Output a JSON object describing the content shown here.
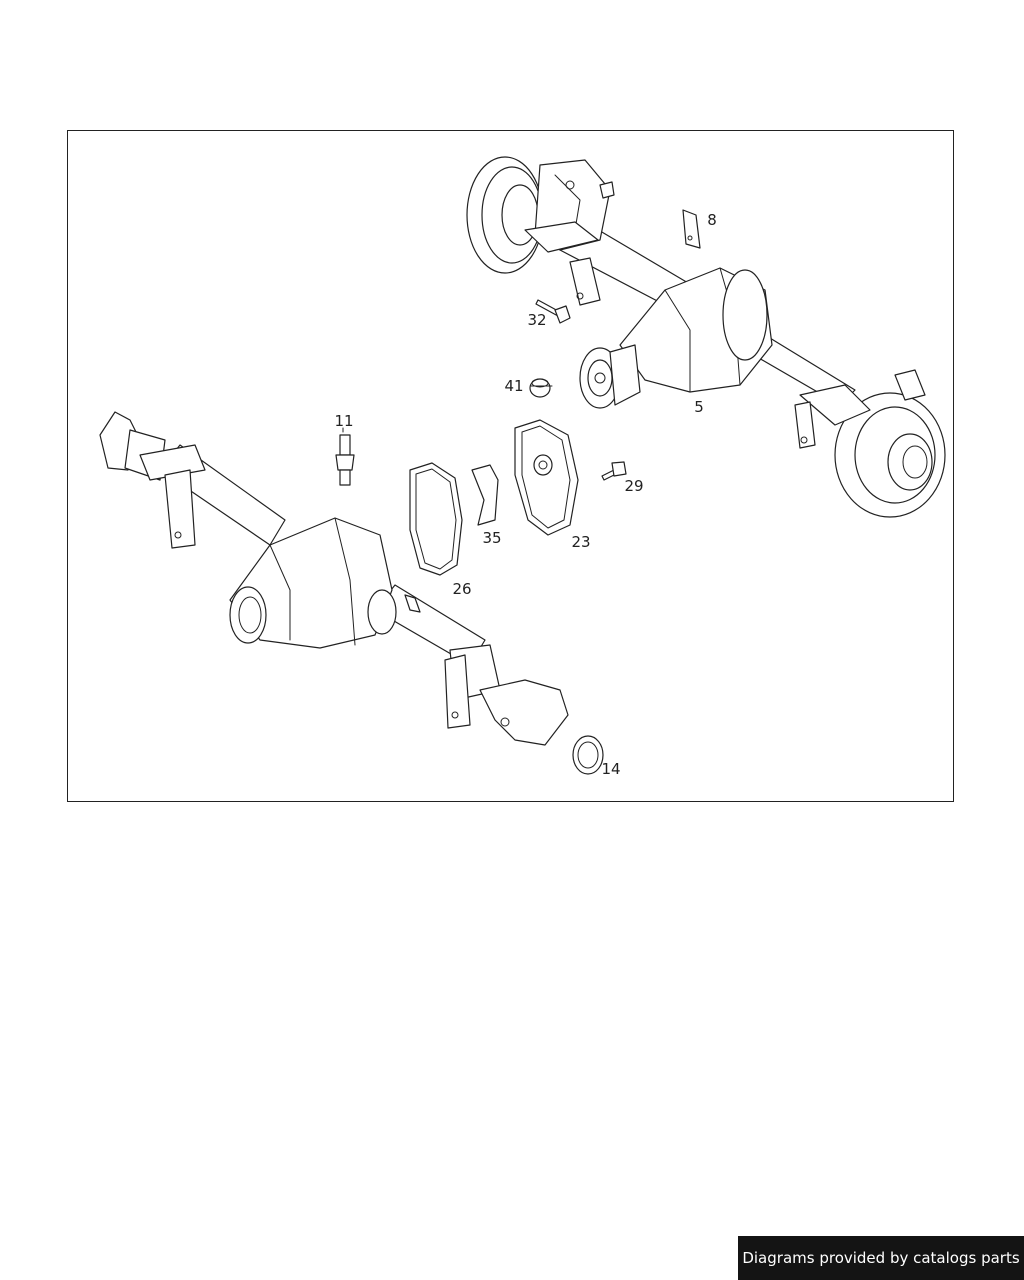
{
  "diagram": {
    "callouts": {
      "c5": "5",
      "c8": "8",
      "c11": "11",
      "c14": "14",
      "c23": "23",
      "c26": "26",
      "c29": "29",
      "c32": "32",
      "c35": "35",
      "c41": "41"
    }
  },
  "footer": {
    "watermark": "Diagrams provided by catalogs parts"
  }
}
